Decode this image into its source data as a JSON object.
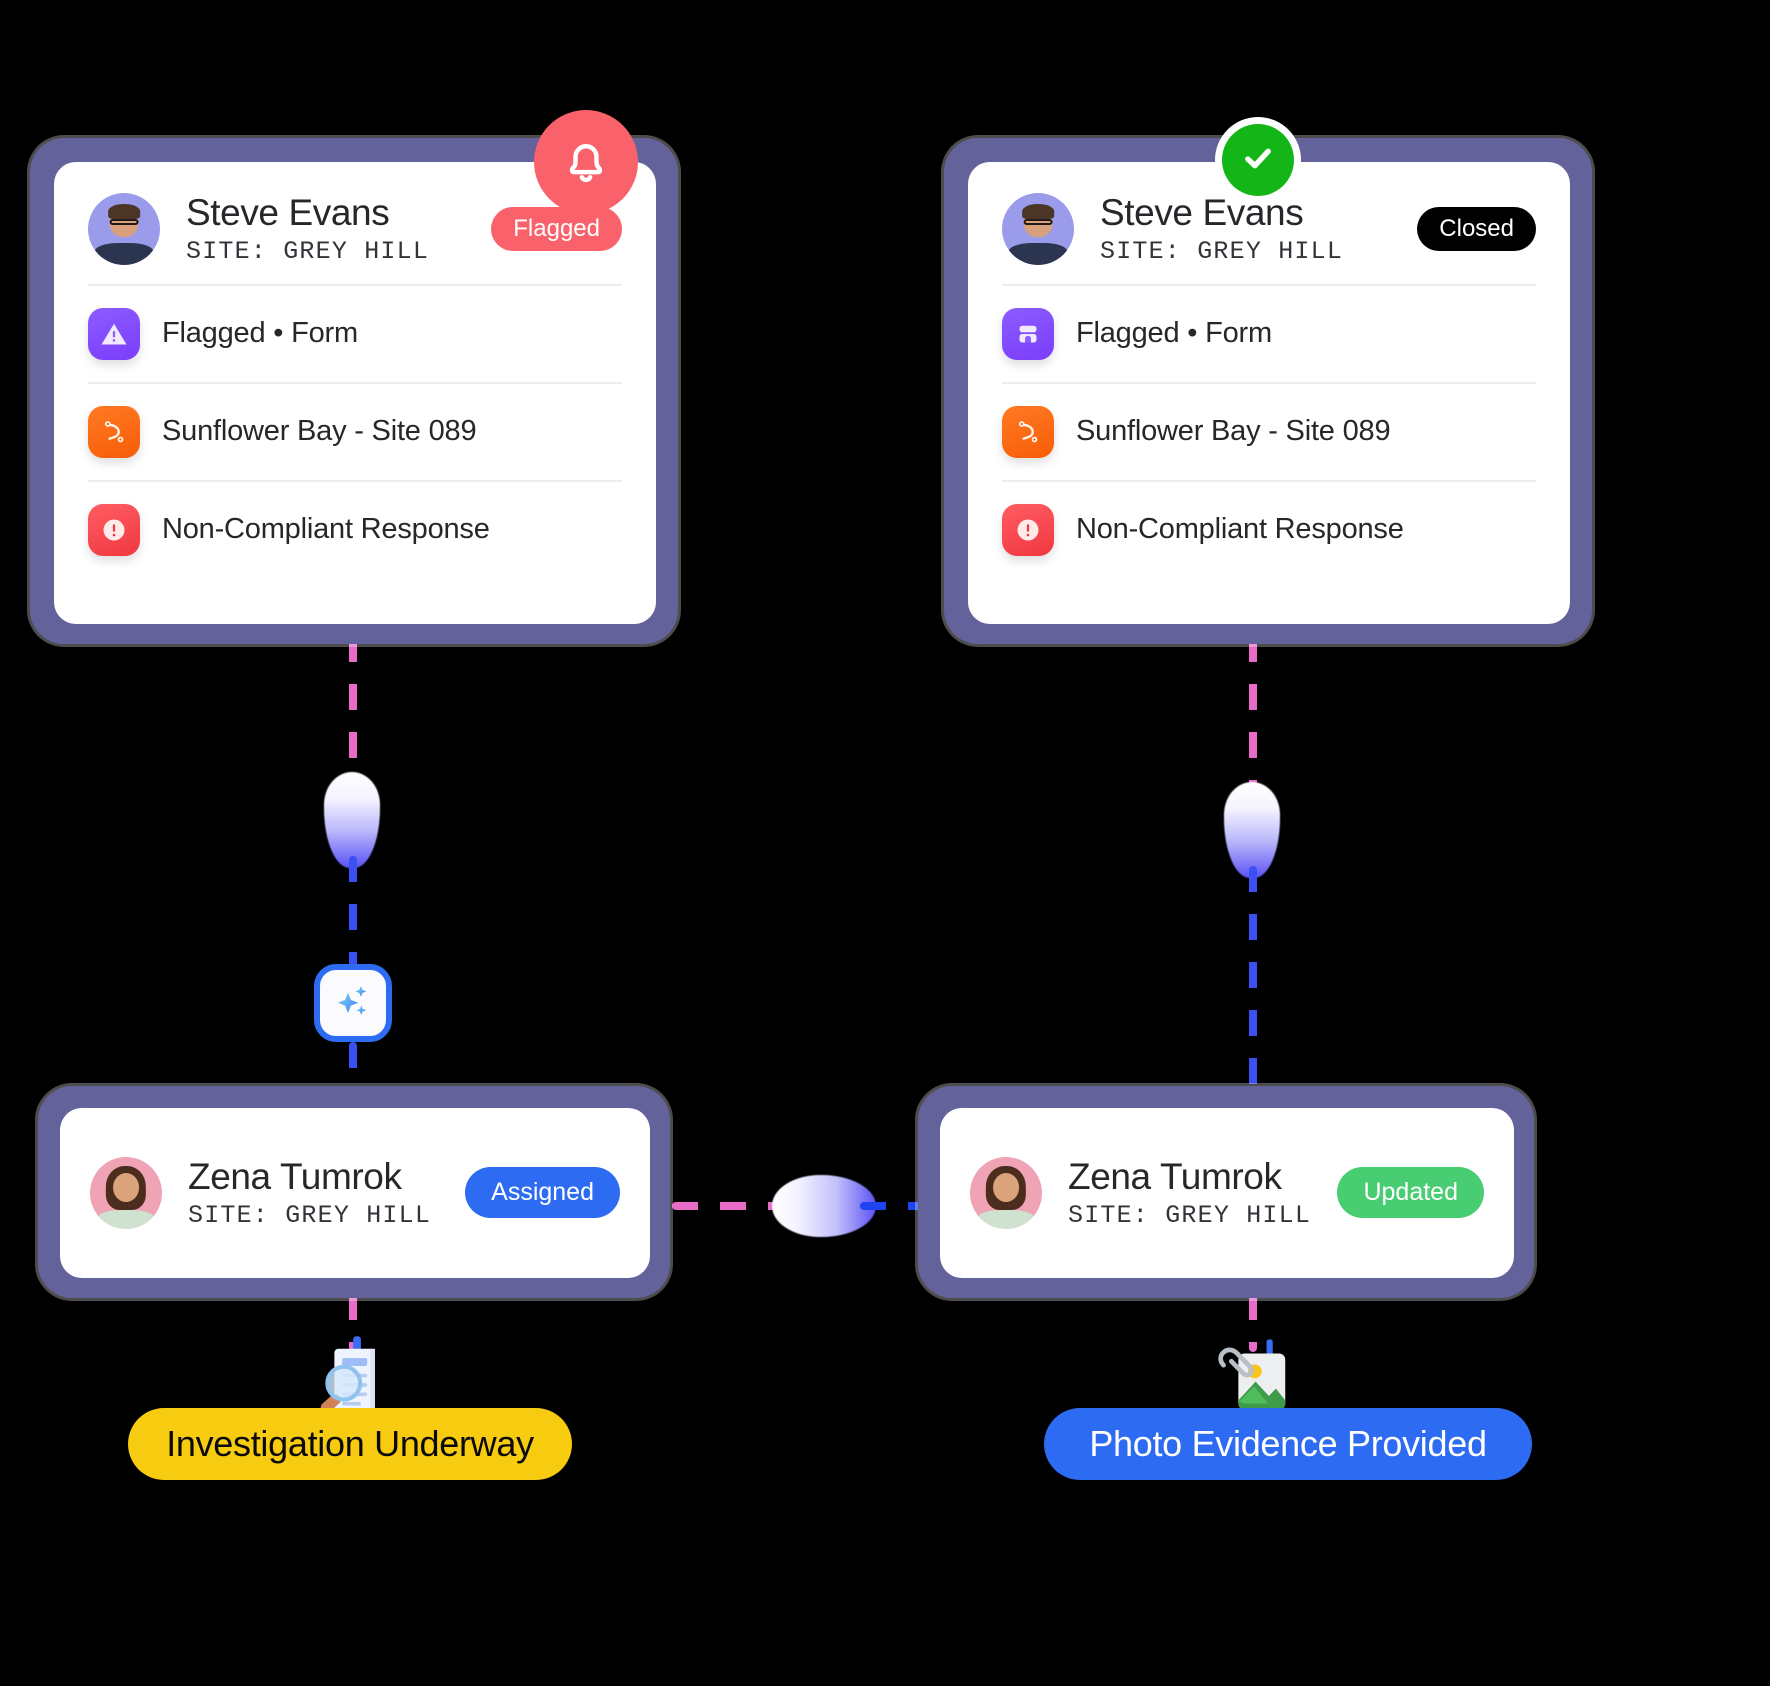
{
  "theme": {
    "frame_purple": "#63629b",
    "accent_blue": "#2d6bf2",
    "accent_pink": "#e86bc8",
    "flag_red": "#f9626a",
    "green": "#13b517",
    "yellow": "#f6cb10"
  },
  "cards": {
    "top_left": {
      "status_icon": "bell-icon",
      "person": {
        "name": "Steve Evans",
        "site": "SITE: GREY HILL",
        "avatar": "avatar-steve-evans"
      },
      "badge": {
        "label": "Flagged",
        "color": "#f9626a"
      },
      "rows": [
        {
          "icon": "warning-triangle-icon",
          "icon_color": "#7b3dfb",
          "label": "Flagged • Form"
        },
        {
          "icon": "route-pin-icon",
          "icon_color": "#f85c07",
          "label": "Sunflower Bay - Site 089"
        },
        {
          "icon": "alert-circle-icon",
          "icon_color": "#f0373f",
          "label": "Non-Compliant Response"
        }
      ]
    },
    "top_right": {
      "status_icon": "check-circle-icon",
      "person": {
        "name": "Steve Evans",
        "site": "SITE: GREY HILL",
        "avatar": "avatar-steve-evans"
      },
      "badge": {
        "label": "Closed",
        "color": "#000000"
      },
      "rows": [
        {
          "icon": "form-clipboard-icon",
          "icon_color": "#7b3dfb",
          "label": "Flagged • Form"
        },
        {
          "icon": "route-pin-icon",
          "icon_color": "#f85c07",
          "label": "Sunflower Bay - Site 089"
        },
        {
          "icon": "alert-circle-icon",
          "icon_color": "#f0373f",
          "label": "Non-Compliant Response"
        }
      ]
    },
    "bottom_left": {
      "person": {
        "name": "Zena Tumrok",
        "site": "SITE: GREY HILL",
        "avatar": "avatar-zena-tumrok"
      },
      "badge": {
        "label": "Assigned",
        "color": "#2d6bf2"
      }
    },
    "bottom_right": {
      "person": {
        "name": "Zena Tumrok",
        "site": "SITE: GREY HILL",
        "avatar": "avatar-zena-tumrok"
      },
      "badge": {
        "label": "Updated",
        "color": "#49cd72"
      }
    }
  },
  "connectors": {
    "left_node_icon": "sparkles-icon",
    "left_vertical": "dashed-pink-to-blue",
    "right_vertical": "dashed-pink-to-blue",
    "horizontal": "dashed-pink-to-blue"
  },
  "footer": {
    "left": {
      "icon": "document-magnifier-icon",
      "label": "Investigation Underway",
      "bg": "#f6cb10",
      "fg": "#0a0a0a"
    },
    "right": {
      "icon": "photo-attachment-icon",
      "label": "Photo Evidence Provided",
      "bg": "#2d6bf2",
      "fg": "#ffffff"
    }
  }
}
